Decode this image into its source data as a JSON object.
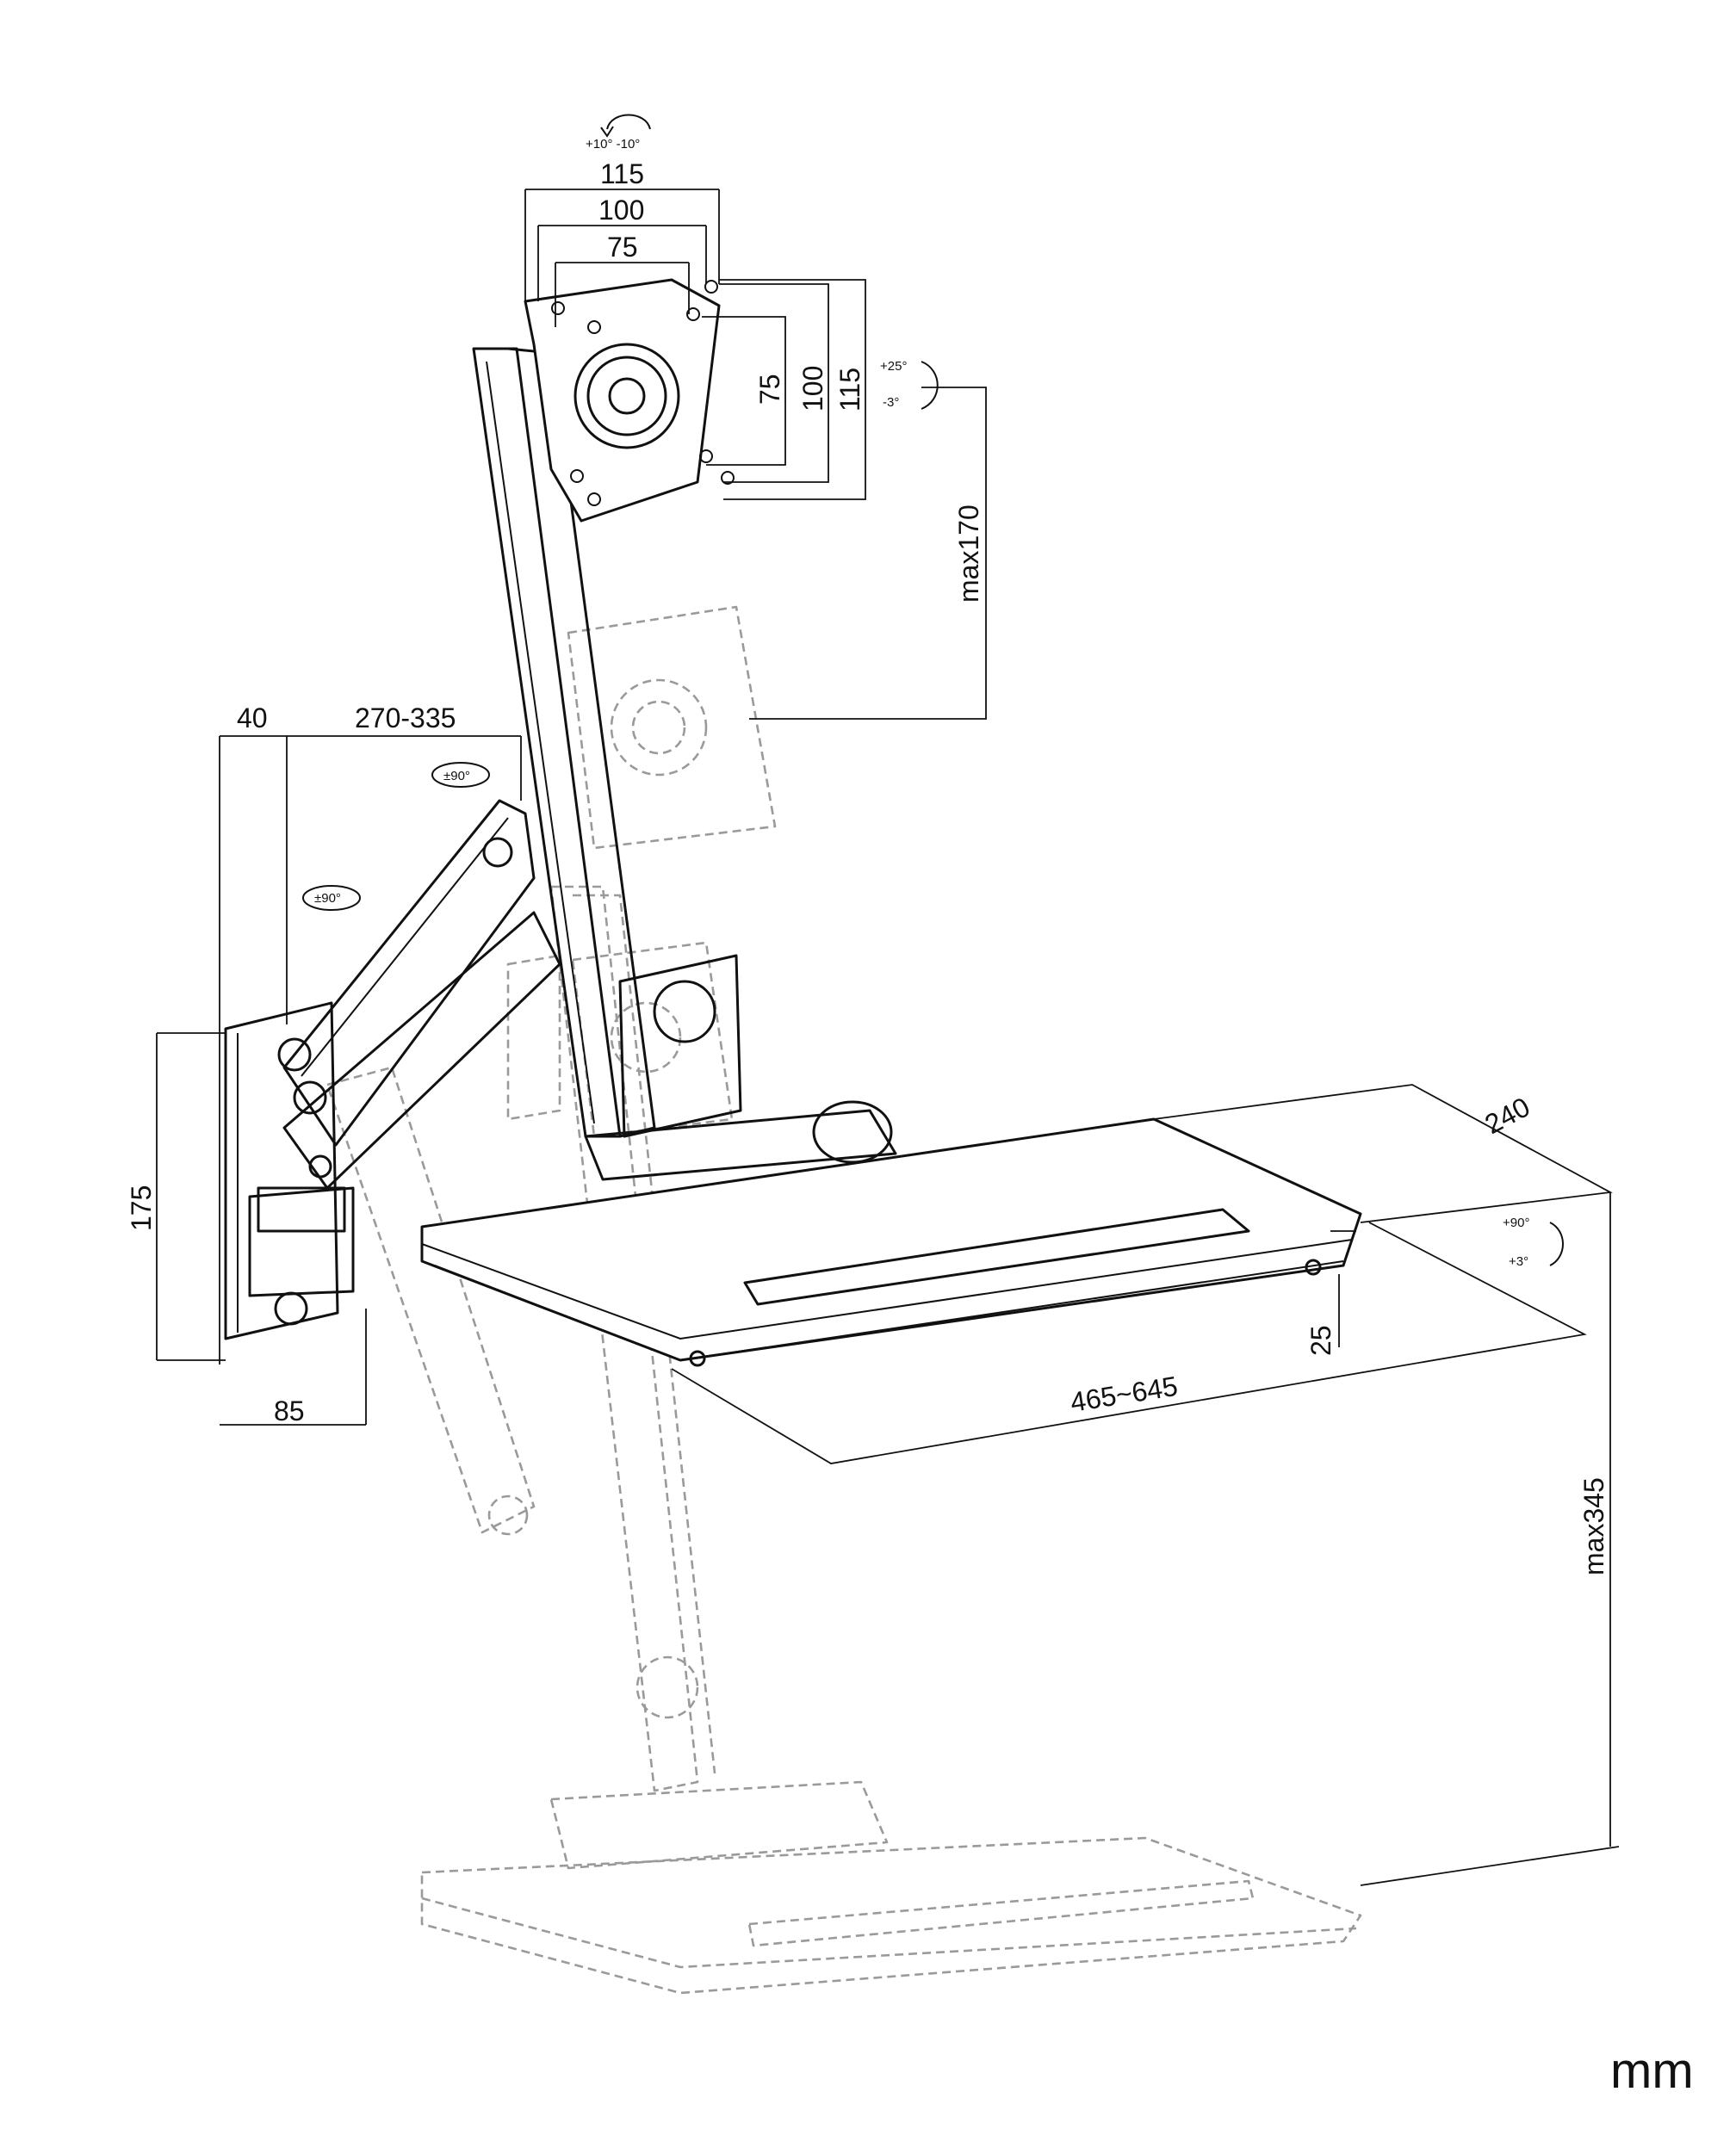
{
  "vesa": {
    "width_outer": "115",
    "width_mid": "100",
    "width_inner": "75",
    "height_inner": "75",
    "height_mid": "100",
    "height_outer": "115"
  },
  "rotation": {
    "top_label": "+10° -10°",
    "tilt_up": "+25°",
    "tilt_down": "-3°",
    "swivel_arm": "±90°",
    "swivel_wall": "±90°",
    "keyboard_up": "+90°",
    "keyboard_down": "+3°"
  },
  "dimensions": {
    "monitor_travel": "max170",
    "wall_offset": "40",
    "arm_reach": "270-335",
    "bracket_height": "175",
    "bracket_depth": "85",
    "tray_depth": "240",
    "tray_width": "465~645",
    "tray_thickness": "25",
    "tray_travel": "max345"
  },
  "units": "mm"
}
